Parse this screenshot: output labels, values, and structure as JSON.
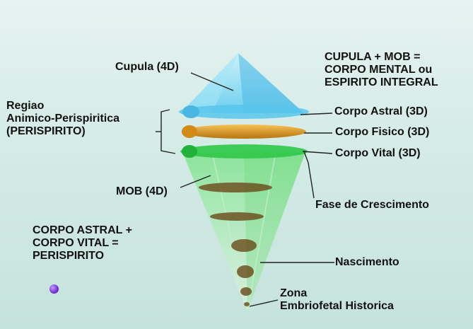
{
  "labels": {
    "cupula": "Cupula (4D)",
    "cupula_mob": [
      "CUPULA + MOB =",
      "CORPO MENTAL ou",
      "ESPIRITO INTEGRAL"
    ],
    "regiao": [
      "Regiao",
      "Animico-Perispiritica",
      "(PERISPIRITO)"
    ],
    "corpo_astral": "Corpo Astral (3D)",
    "corpo_fisico": "Corpo Fisico (3D)",
    "corpo_vital": "Corpo Vital (3D)",
    "mob": "MOB (4D)",
    "fase": "Fase de Crescimento",
    "astral_vital": [
      "CORPO ASTRAL +",
      "CORPO VITAL =",
      "PERISPIRITO"
    ],
    "nascimento": "Nascimento",
    "zona": [
      "Zona",
      "Embriofetal Historica"
    ]
  },
  "colors": {
    "cupula": "#6fd3f2",
    "astral": "#5fc6ee",
    "fisico": "#e3a227",
    "vital": "#33c94a",
    "cone": "#8ee59c",
    "dot": "#7a35d8"
  }
}
